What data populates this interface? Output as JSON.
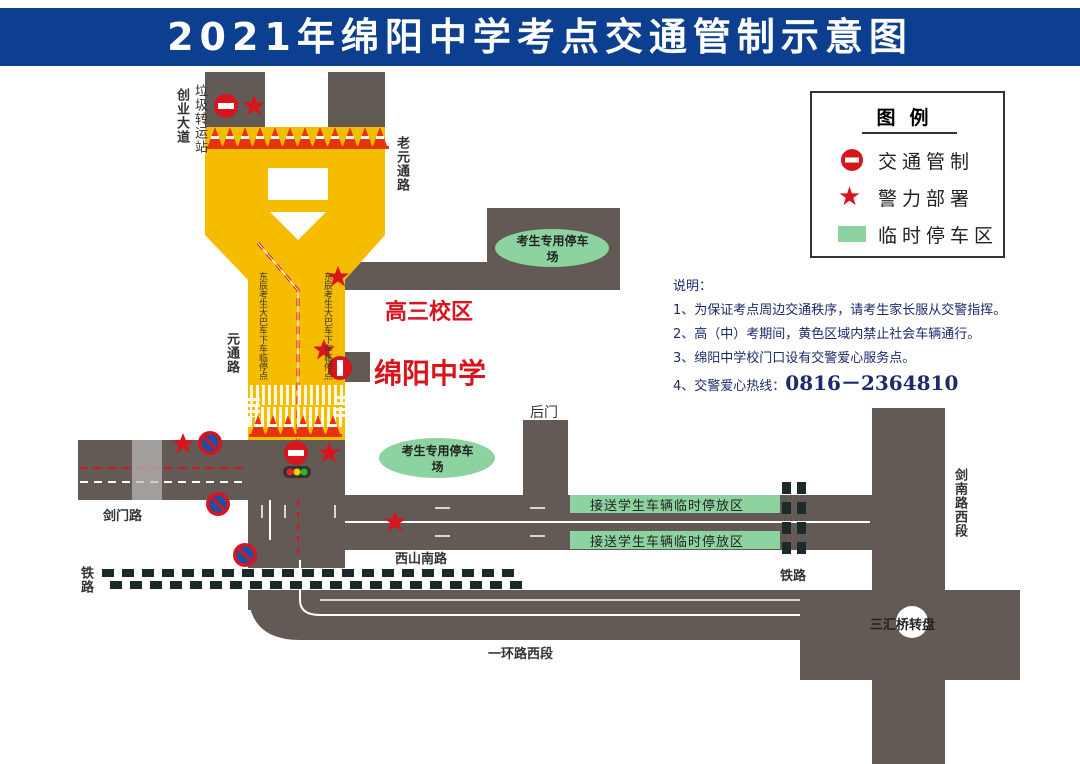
{
  "title": "2021年绵阳中学考点交通管制示意图",
  "colors": {
    "header": "#0d3f91",
    "road": "#645a55",
    "control_zone": "#f6bd00",
    "parking": "#8dd3a0",
    "marker": "#d8141d"
  },
  "legend": {
    "title": "图例",
    "items": [
      {
        "icon": "no-entry-icon",
        "label": "交通管制"
      },
      {
        "icon": "star-icon",
        "label": "警力部署"
      },
      {
        "icon": "parking-area-swatch",
        "label": "临时停车区"
      }
    ]
  },
  "notes": {
    "heading": "说明：",
    "items": [
      "1、为保证考点周边交通秩序，请考生家长服从交警指挥。",
      "2、高（中）考期间，黄色区域内禁止社会车辆通行。",
      "3、绵阳中学校门口设有交警爱心服务点。"
    ],
    "hotline_label": "4、交警爱心热线：",
    "hotline_number": "0816－2364810"
  },
  "roads": {
    "chuangye": "创业大道",
    "laji": "垃圾转运站",
    "laoyuantong": "老元通路",
    "yuantong": "元通路",
    "jianmen": "剑门路",
    "xishannan": "西山南路",
    "yihuan": "一环路西段",
    "jiannan": "剑南路西段",
    "railway_left": "铁路",
    "railway_right": "铁路",
    "roundabout": "三汇桥转盘",
    "back_gate": "后门"
  },
  "places": {
    "campus_gaosan": "高三校区",
    "school": "绵阳中学",
    "parking_top": "考生专用停车场",
    "parking_mid": "考生专用停车场",
    "bus_stop_left": "东辰考生大巴车下车临停点",
    "bus_stop_right": "东辰考生大巴车下车临停点",
    "pickup_strip_1": "接送学生车辆临时停放区",
    "pickup_strip_2": "接送学生车辆临时停放区"
  }
}
